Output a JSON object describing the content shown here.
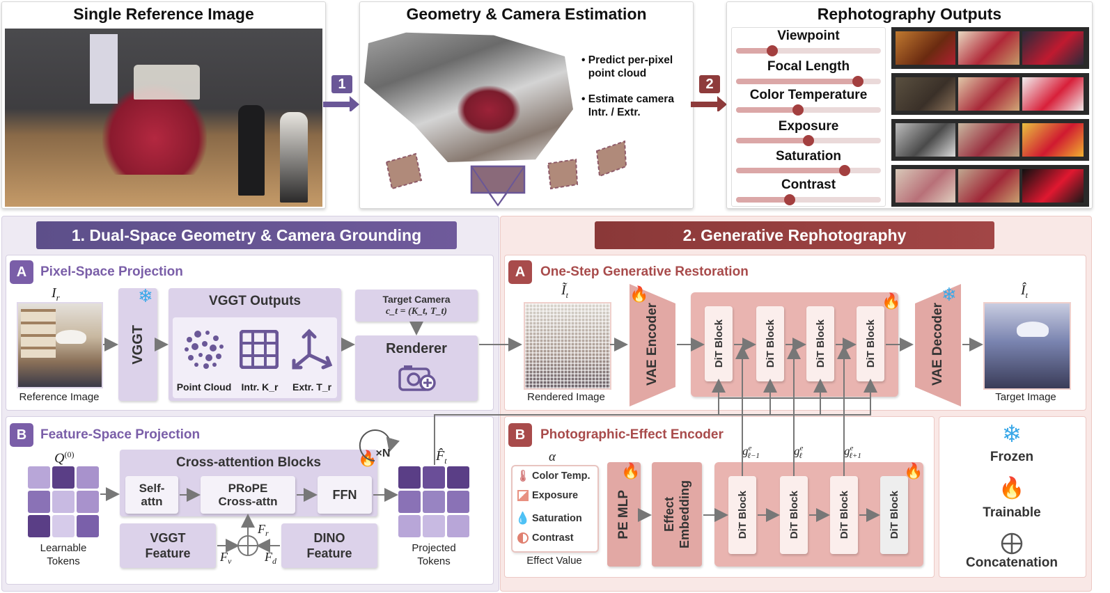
{
  "top": {
    "reference_title": "Single Reference Image",
    "geometry_title": "Geometry & Camera Estimation",
    "geometry_bullets": [
      "Predict per-pixel point cloud",
      "Estimate camera Intr. / Extr."
    ],
    "step1": "1",
    "step2": "2",
    "outputs_title": "Rephotography Outputs",
    "sliders": [
      {
        "name": "Viewpoint",
        "value": 0.25
      },
      {
        "name": "Focal Length",
        "value": 0.84
      },
      {
        "name": "Color Temperature",
        "value": 0.43
      },
      {
        "name": "Exposure",
        "value": 0.5
      },
      {
        "name": "Saturation",
        "value": 0.75
      },
      {
        "name": "Contrast",
        "value": 0.37
      }
    ]
  },
  "section1": {
    "banner": "1. Dual-Space Geometry & Camera Grounding",
    "a_badge": "A",
    "a_title": "Pixel-Space Projection",
    "ref_symbol": "I_r",
    "ref_label": "Reference Image",
    "vggt": "VGGT",
    "vggt_outputs_title": "VGGT Outputs",
    "point_cloud": "Point Cloud",
    "intr": "Intr. K_r",
    "extr": "Extr. T_r",
    "target_camera": "Target Camera",
    "target_camera_eq": "c_t = (K_t, T_t)",
    "renderer": "Renderer",
    "b_badge": "B",
    "b_title": "Feature-Space Projection",
    "q_symbol": "Q^(0)",
    "learnable": "Learnable Tokens",
    "cross_attn_title": "Cross-attention Blocks",
    "self_attn": "Self-attn",
    "prope": "PRoPE Cross-attn",
    "ffn": "FFN",
    "times_n": "×N",
    "vggt_feature": "VGGT Feature",
    "dino_feature": "DINO Feature",
    "f_r": "F_r",
    "f_v": "F_v",
    "f_d": "F_d",
    "f_hat": "F̂_t",
    "projected": "Projected Tokens"
  },
  "section2": {
    "banner": "2. Generative Rephotography",
    "a_badge": "A",
    "a_title": "One-Step Generative Restoration",
    "rendered_symbol": "Ĩ_t",
    "rendered_label": "Rendered Image",
    "vae_encoder": "VAE Encoder",
    "dit_block": "DiT Block",
    "vae_decoder": "VAE Decoder",
    "target_symbol": "Î_t",
    "target_label": "Target Image",
    "b_badge": "B",
    "b_title": "Photographic-Effect Encoder",
    "alpha": "α",
    "effects": [
      "Color Temp.",
      "Exposure",
      "Saturation",
      "Contrast"
    ],
    "effect_value": "Effect Value",
    "pe_mlp": "PE MLP",
    "effect_embedding": "Effect Embedding",
    "g_prev": "g^e_{ℓ−1}",
    "g_cur": "g^e_ℓ",
    "g_next": "g^e_{ℓ+1}"
  },
  "legend": {
    "frozen": "Frozen",
    "trainable": "Trainable",
    "concatenation": "Concatenation"
  },
  "colors": {
    "purple_dark": "#5f4b8b",
    "purple_mid": "#7a5ea8",
    "purple_light": "#dcd2ea",
    "red_dark": "#8e3b3b",
    "red_mid": "#a84b4b",
    "red_light": "#ebc4c0"
  }
}
